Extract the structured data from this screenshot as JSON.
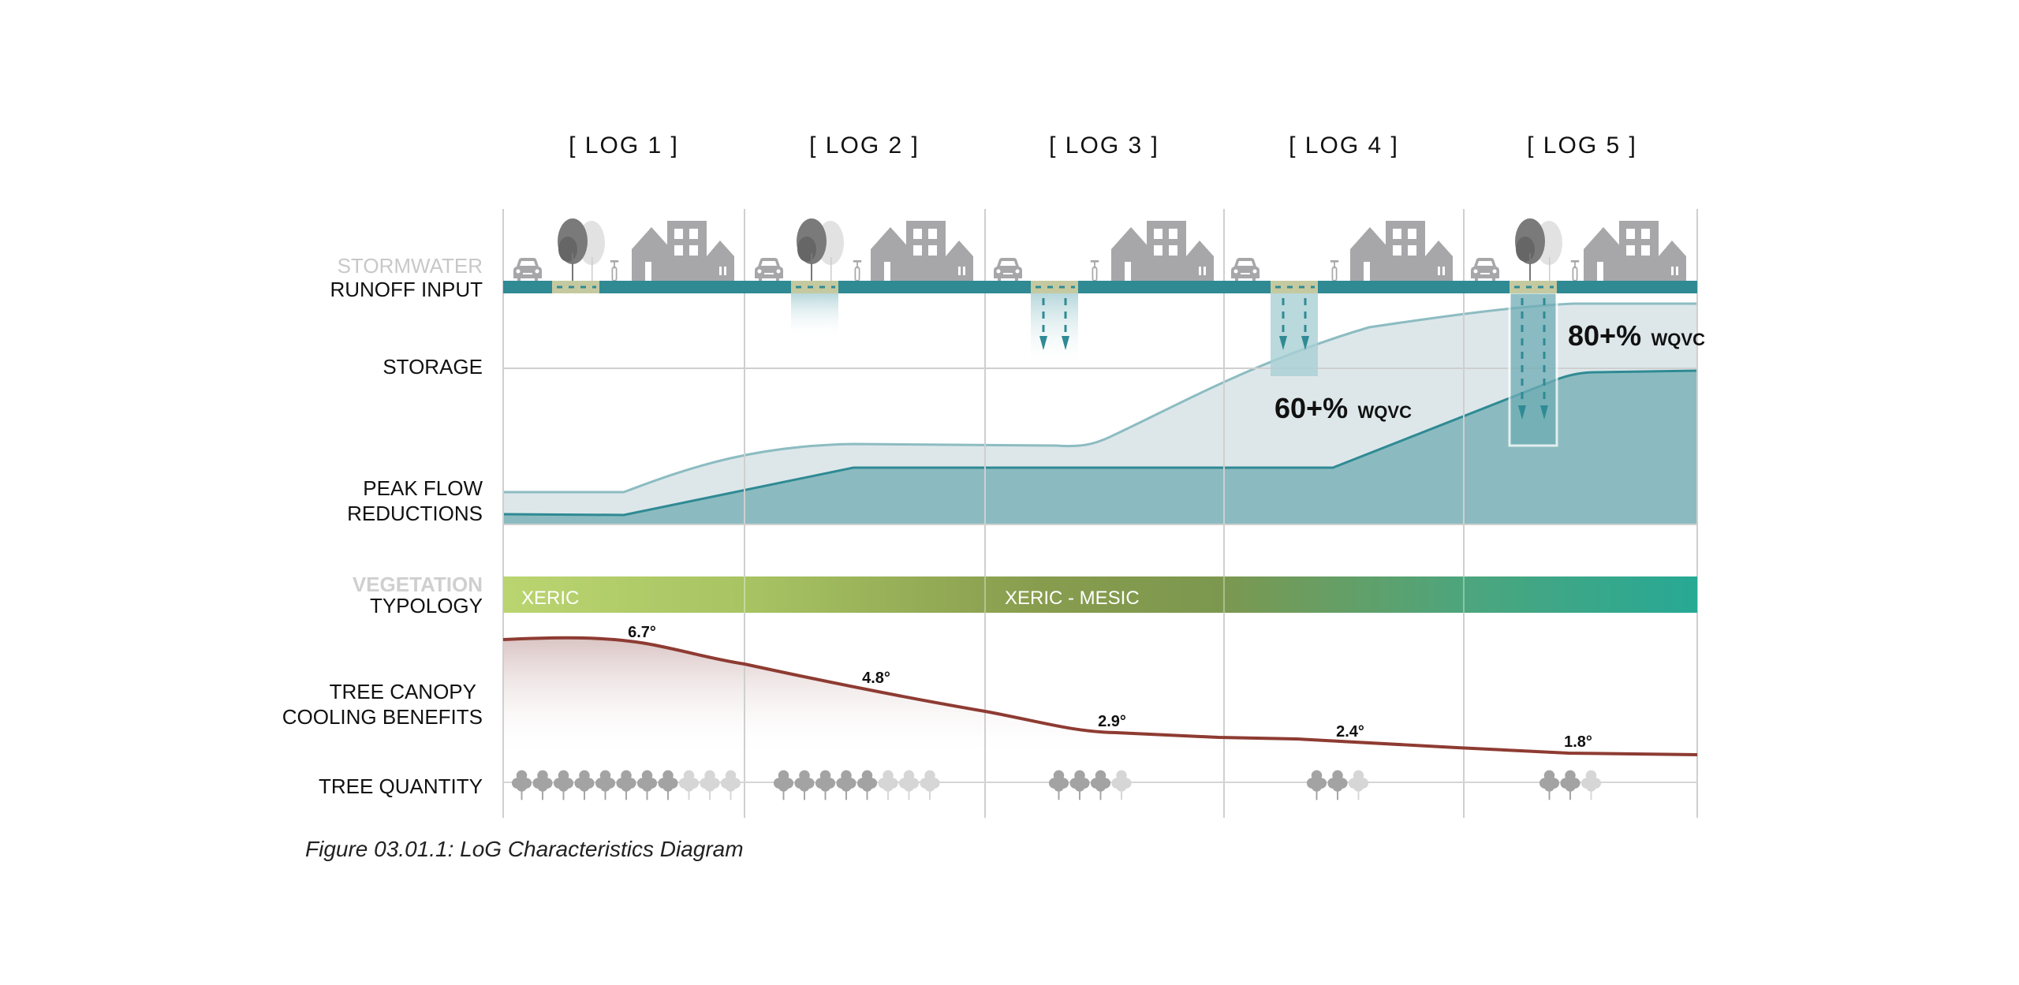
{
  "logs": [
    "[ LOG 1 ]",
    "[ LOG 2 ]",
    "[ LOG 3 ]",
    "[ LOG 4 ]",
    "[ LOG 5 ]"
  ],
  "row_labels": {
    "stormwater": "STORMWATER",
    "runoff_input": "RUNOFF INPUT",
    "storage": "STORAGE",
    "peak_flow": "PEAK FLOW",
    "reductions": "REDUCTIONS",
    "vegetation": "VEGETATION",
    "typology": "TYPOLOGY",
    "tree_canopy": "TREE CANOPY",
    "cooling_benefits": "COOLING BENEFITS",
    "tree_quantity": "TREE QUANTITY"
  },
  "wqvc": {
    "log4": {
      "value": "60+%",
      "unit": "WQVC"
    },
    "log5": {
      "value": "80+%",
      "unit": "WQVC"
    }
  },
  "vegetation": {
    "left_label": "XERIC",
    "mid_label": "XERIC - MESIC"
  },
  "cooling": {
    "labels": [
      "6.7°",
      "4.8°",
      "2.9°",
      "2.4°",
      "1.8°"
    ],
    "values": [
      6.7,
      4.8,
      2.9,
      2.4,
      1.8
    ]
  },
  "tree_quantity": [
    {
      "dark": 8,
      "light": 3
    },
    {
      "dark": 5,
      "light": 3
    },
    {
      "dark": 3,
      "light": 1
    },
    {
      "dark": 2,
      "light": 1
    },
    {
      "dark": 2,
      "light": 1
    }
  ],
  "colors": {
    "teal": "#2f8a94",
    "teal_fill": "#8bbbc0",
    "teal_light": "#dde7ea",
    "tan": "#c5c9a0",
    "cooling_line": "#8e3b32",
    "icon_gray": "#a7a7a9"
  },
  "caption": "Figure 03.01.1: LoG Characteristics Diagram"
}
